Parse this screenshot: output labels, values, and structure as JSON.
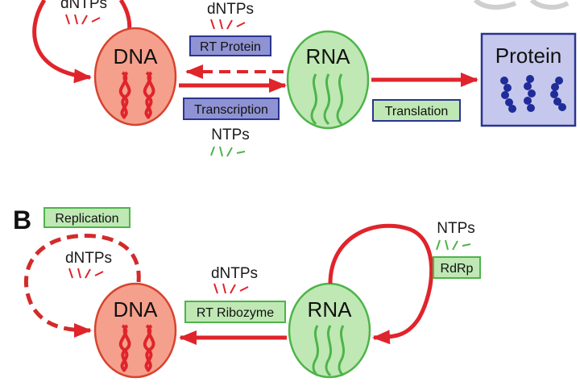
{
  "panel_a": {
    "top_dntps": "dNTPs",
    "dna": "DNA",
    "rna": "RNA",
    "protein": "Protein",
    "dntps_mid": "dNTPs",
    "rt_protein": "RT Protein",
    "transcription": "Transcription",
    "ntps": "NTPs",
    "translation": "Translation"
  },
  "panel_b": {
    "letter": "B",
    "replication": "Replication",
    "dntps_loop": "dNTPs",
    "dna": "DNA",
    "rna": "RNA",
    "dntps_mid": "dNTPs",
    "rt_ribozyme": "RT Ribozyme",
    "ntps": "NTPs",
    "rdrp": "RdRp"
  },
  "colors": {
    "arrow_red": "#e0242b",
    "dna_fill": "#f5a08c",
    "dna_stroke": "#d7432f",
    "rna_fill": "#bfe8b4",
    "rna_stroke": "#4eb44a",
    "protein_fill": "#c5c8ec",
    "protein_stroke": "#2a3590",
    "blue_label_fill": "#8f93d3",
    "green_label_fill": "#bfe8b4",
    "protein_bead": "#1f2c99"
  },
  "icons": [
    "dna-helix-icon",
    "rna-strand-icon",
    "protein-chain-icon",
    "nucleotide-dashes-icon"
  ]
}
